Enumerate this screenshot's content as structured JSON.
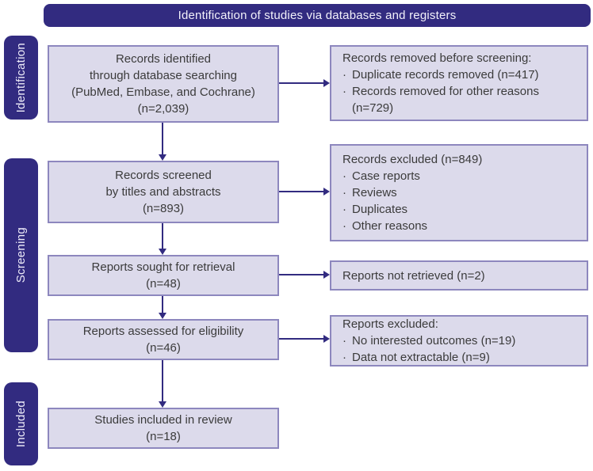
{
  "header": {
    "title": "Identification of studies via databases and registers"
  },
  "sidebar": {
    "labels": [
      {
        "label": "Identification"
      },
      {
        "label": "Screening"
      },
      {
        "label": "Included"
      }
    ]
  },
  "flow": {
    "main_boxes": [
      {
        "lines": [
          "Records identified",
          "through database searching",
          "(PubMed, Embase, and Cochrane)",
          "(n=2,039)"
        ]
      },
      {
        "lines": [
          "Records screened",
          "by titles and abstracts",
          "(n=893)"
        ]
      },
      {
        "lines": [
          "Reports sought for retrieval",
          "(n=48)"
        ]
      },
      {
        "lines": [
          "Reports assessed for eligibility",
          "(n=46)"
        ]
      },
      {
        "lines": [
          "Studies included in review",
          "(n=18)"
        ]
      }
    ],
    "side_boxes": [
      {
        "title": "Records removed before screening:",
        "bullets": [
          "Duplicate records removed (n=417)",
          "Records removed for other reasons (n=729)"
        ]
      },
      {
        "title": "Records excluded (n=849)",
        "bullets": [
          "Case reports",
          "Reviews",
          "Duplicates",
          "Other reasons"
        ]
      },
      {
        "title": "Reports not retrieved (n=2)",
        "bullets": []
      },
      {
        "title": "Reports excluded:",
        "bullets": [
          "No interested outcomes (n=19)",
          "Data not extractable (n=9)"
        ]
      }
    ]
  },
  "glyphs": {
    "bullet": "·"
  },
  "colors": {
    "navy": "#322b80",
    "box_fill": "#dcdaeb",
    "box_border": "#8d87be",
    "text": "#3b3b3b",
    "banner_text": "#f2f1fa"
  }
}
